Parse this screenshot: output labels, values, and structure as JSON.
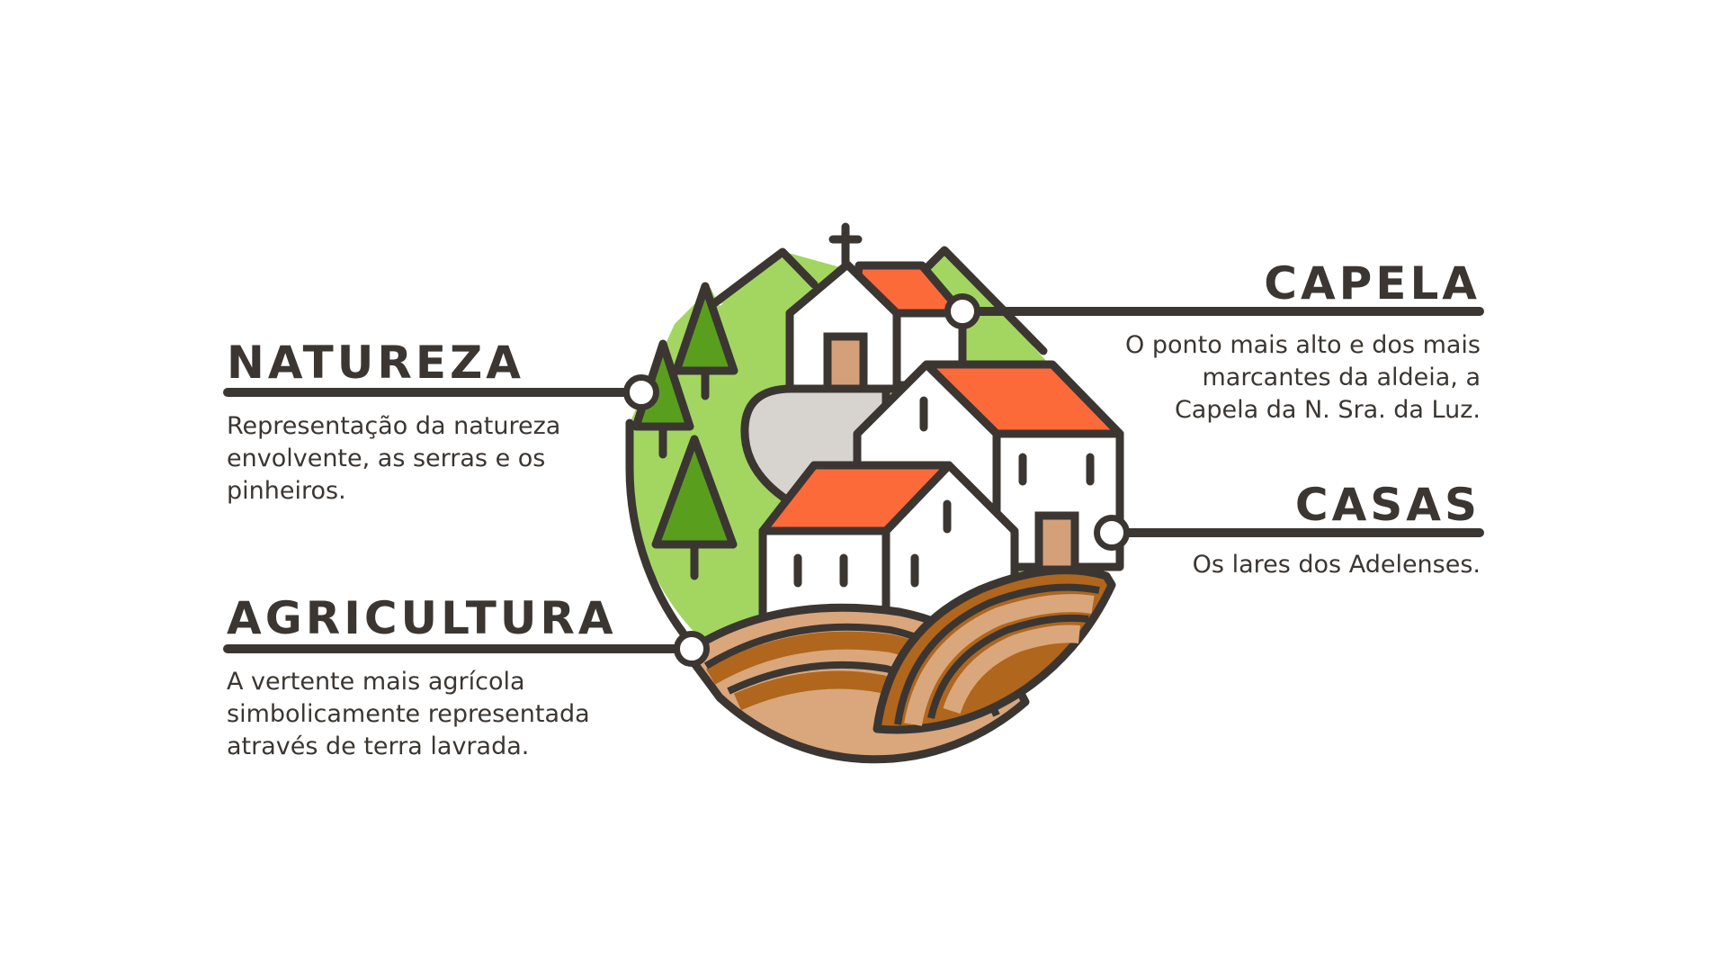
{
  "sections": {
    "natureza": {
      "title": "NATUREZA",
      "description": "Representação da natureza envolvente, as serras e os pinheiros."
    },
    "agricultura": {
      "title": "AGRICULTURA",
      "description": "A vertente mais agrícola simbolicamente representada através de terra lavrada."
    },
    "capela": {
      "title": "CAPELA",
      "description": "O ponto mais alto e dos mais marcantes da aldeia, a Capela da N. Sra. da Luz."
    },
    "casas": {
      "title": "CASAS",
      "description": "Os lares dos Adelenses."
    }
  },
  "colors": {
    "outline": "#3b3632",
    "light_green": "#a3d660",
    "dark_green": "#5a9e1e",
    "roof_orange": "#fc6a3a",
    "door_tan": "#d4a07a",
    "path_gray": "#d7d3cf",
    "earth_light": "#d9a77b",
    "earth_dark": "#b0661c",
    "background": "#ffffff"
  }
}
